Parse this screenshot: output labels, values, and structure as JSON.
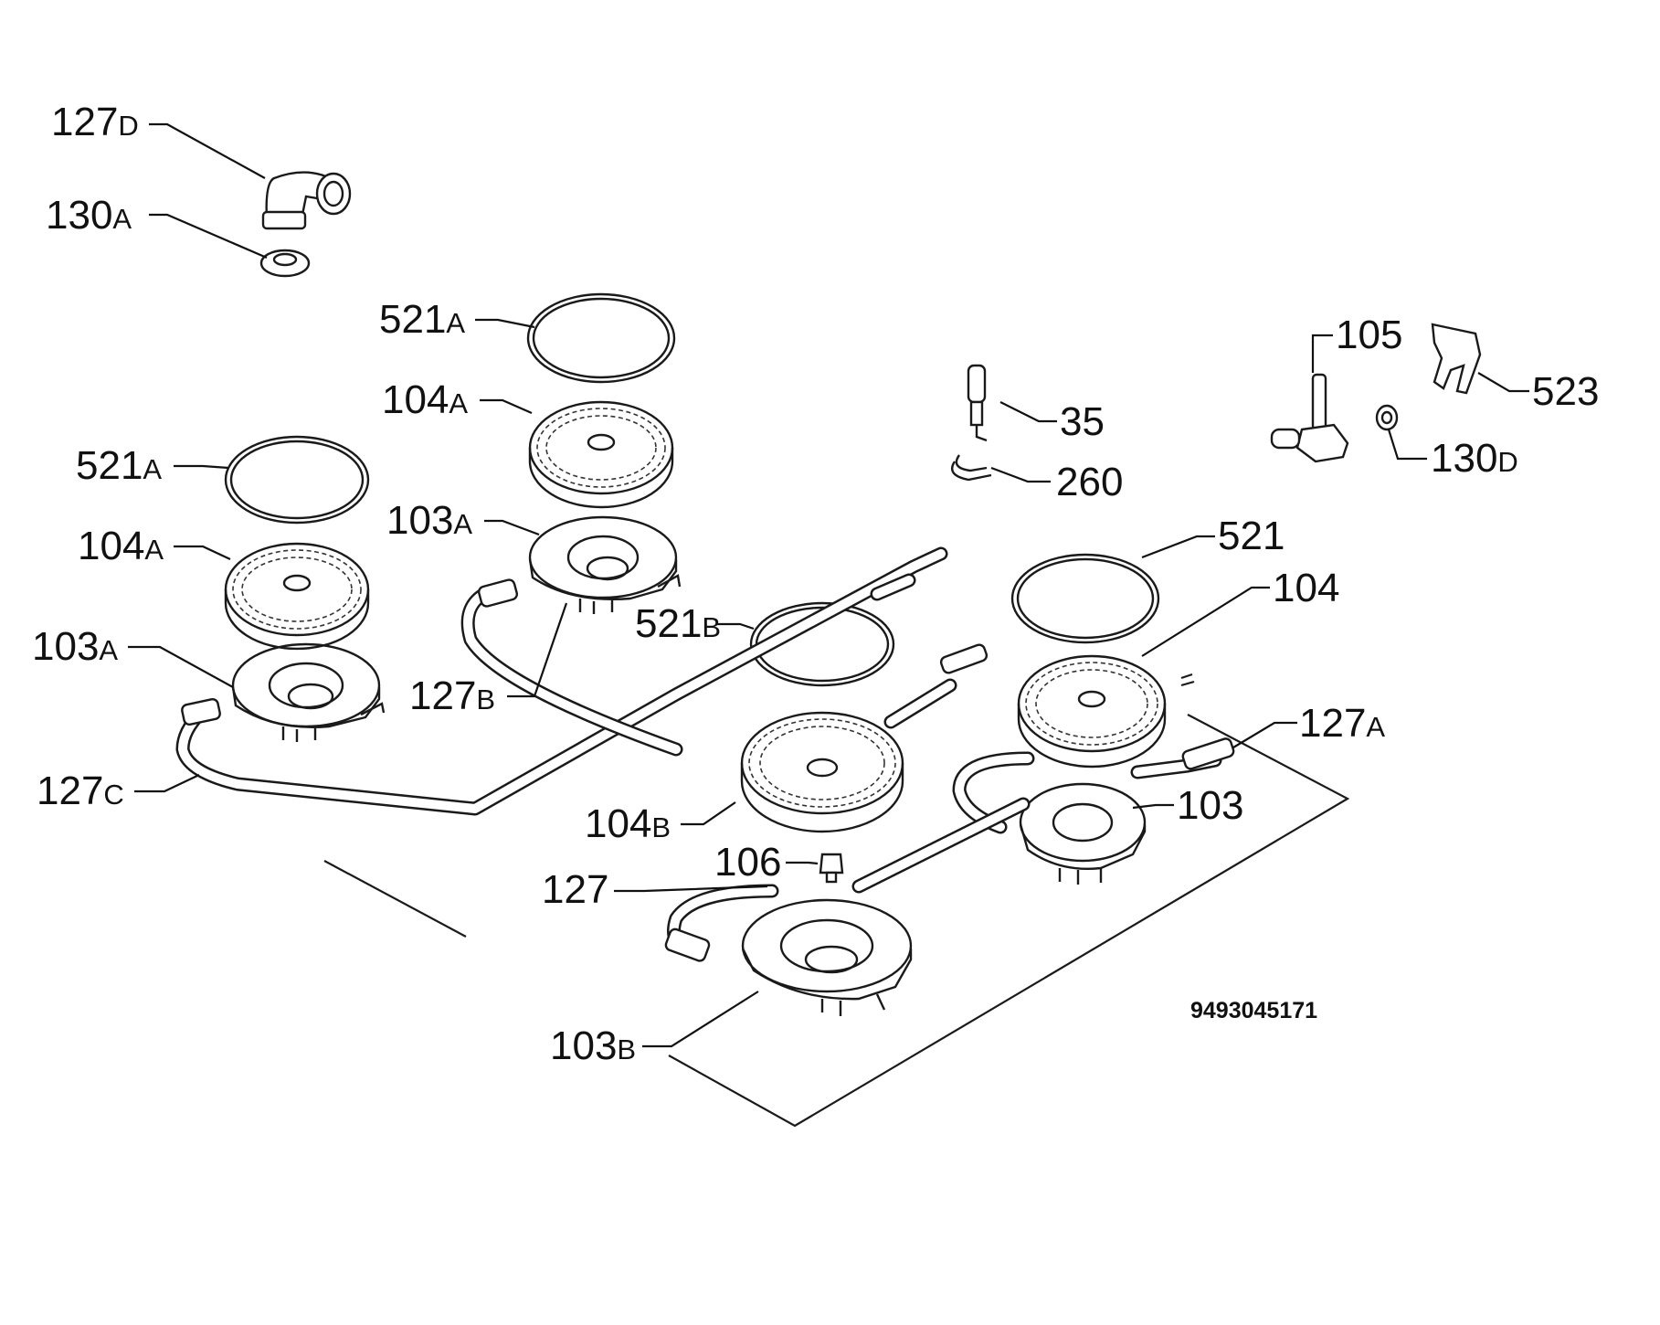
{
  "labels": {
    "l127D": {
      "num": "127",
      "suf": "D"
    },
    "l130A": {
      "num": "130",
      "suf": "A"
    },
    "l521A1": {
      "num": "521",
      "suf": "A"
    },
    "l104A1": {
      "num": "104",
      "suf": "A"
    },
    "l103A1": {
      "num": "103",
      "suf": "A"
    },
    "l521A2": {
      "num": "521",
      "suf": "A"
    },
    "l104A2": {
      "num": "104",
      "suf": "A"
    },
    "l103A2": {
      "num": "103",
      "suf": "A"
    },
    "l127B": {
      "num": "127",
      "suf": "B"
    },
    "l127C": {
      "num": "127",
      "suf": "C"
    },
    "l521B": {
      "num": "521",
      "suf": "B"
    },
    "l104B": {
      "num": "104",
      "suf": "B"
    },
    "l106": {
      "num": "106",
      "suf": ""
    },
    "l127": {
      "num": "127",
      "suf": ""
    },
    "l103B": {
      "num": "103",
      "suf": "B"
    },
    "l35": {
      "num": "35",
      "suf": ""
    },
    "l260": {
      "num": "260",
      "suf": ""
    },
    "l105": {
      "num": "105",
      "suf": ""
    },
    "l523": {
      "num": "523",
      "suf": ""
    },
    "l130D": {
      "num": "130",
      "suf": "D"
    },
    "l521": {
      "num": "521",
      "suf": ""
    },
    "l104": {
      "num": "104",
      "suf": ""
    },
    "l127A": {
      "num": "127",
      "suf": "A"
    },
    "l103": {
      "num": "103",
      "suf": ""
    }
  },
  "drawing_code": "9493045171"
}
